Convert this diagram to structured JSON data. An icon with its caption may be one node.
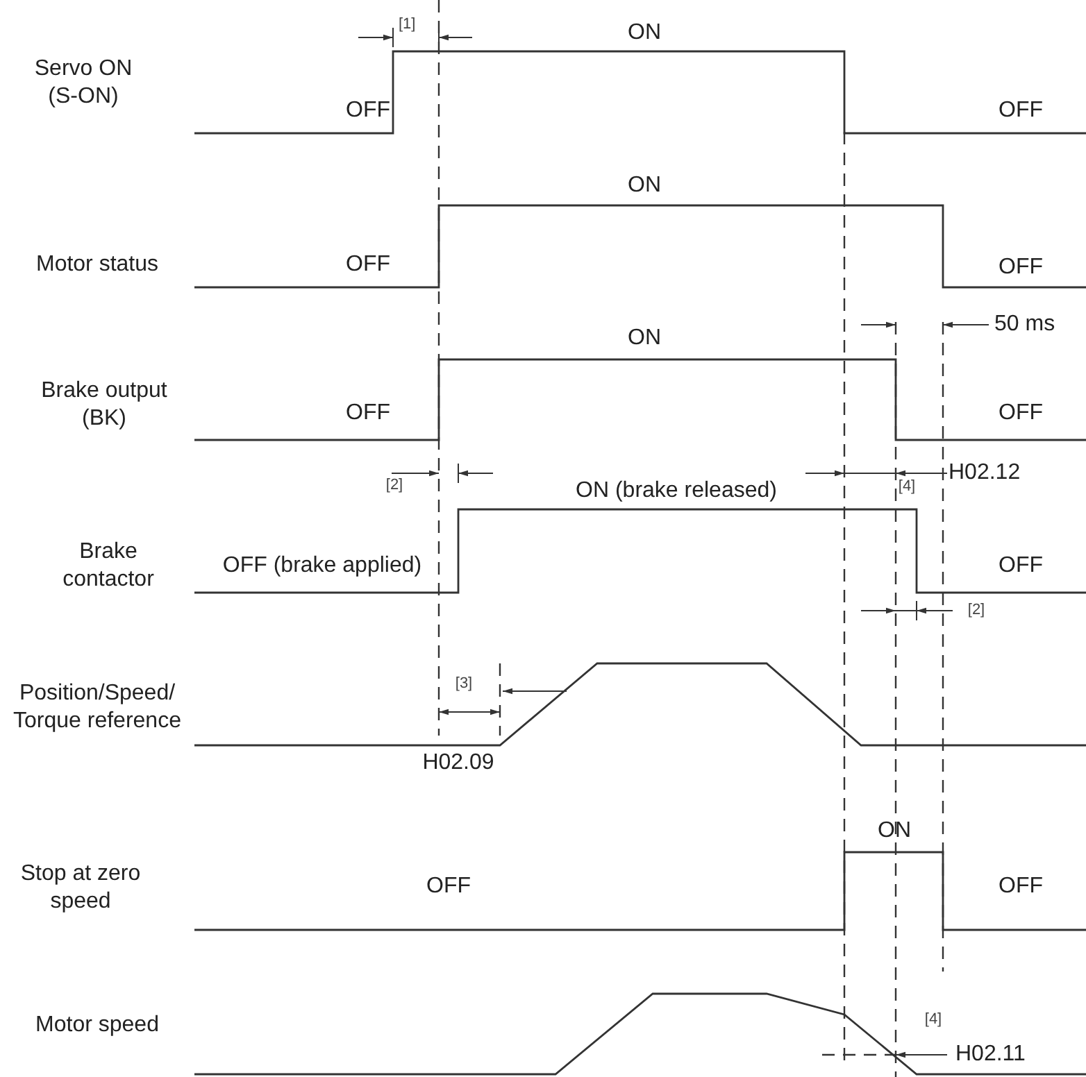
{
  "diagram": {
    "labels": [
      "[1]",
      "ON",
      "Servo ON (S-ON)",
      "OFF",
      "OFF",
      "ON",
      "Motor status",
      "OFF",
      "OFF",
      "50 ms",
      "ON",
      "Brake output (BK)",
      "OFF",
      "OFF",
      "[2]",
      "H02.12",
      "ON (brake released)",
      "[4]",
      "Brake contactor",
      "OFF (brake applied)",
      "OFF",
      "[2]",
      "[3]",
      "Position/Speed/ Torque reference",
      "H02.09",
      "ON",
      "Stop at zero speed",
      "OFF",
      "OFF",
      "Motor speed",
      "[4]",
      "H02.11"
    ]
  }
}
